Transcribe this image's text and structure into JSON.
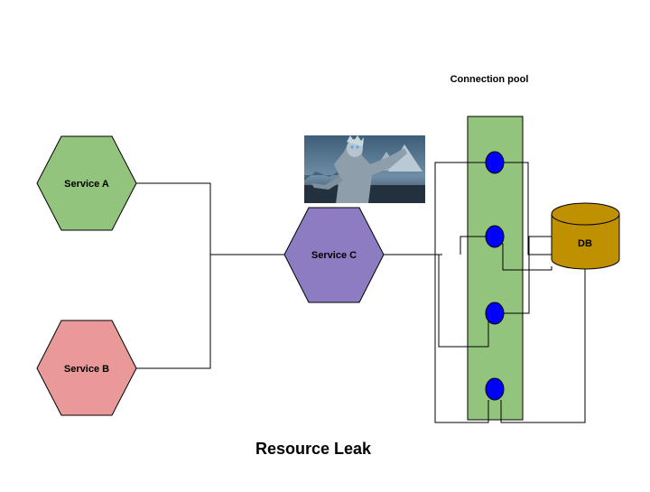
{
  "title": "Resource Leak",
  "pool_label": "Connection pool",
  "services": {
    "a": {
      "label": "Service A",
      "color": "#93c47d"
    },
    "b": {
      "label": "Service B",
      "color": "#ea9999"
    },
    "c": {
      "label": "Service C",
      "color": "#8e7cc3"
    }
  },
  "db": {
    "label": "DB",
    "color": "#bf9000"
  },
  "pool": {
    "color": "#93c47d",
    "connection_color": "#0000ff",
    "connection_count": 4
  },
  "image": {
    "subject": "night-king-photo"
  }
}
